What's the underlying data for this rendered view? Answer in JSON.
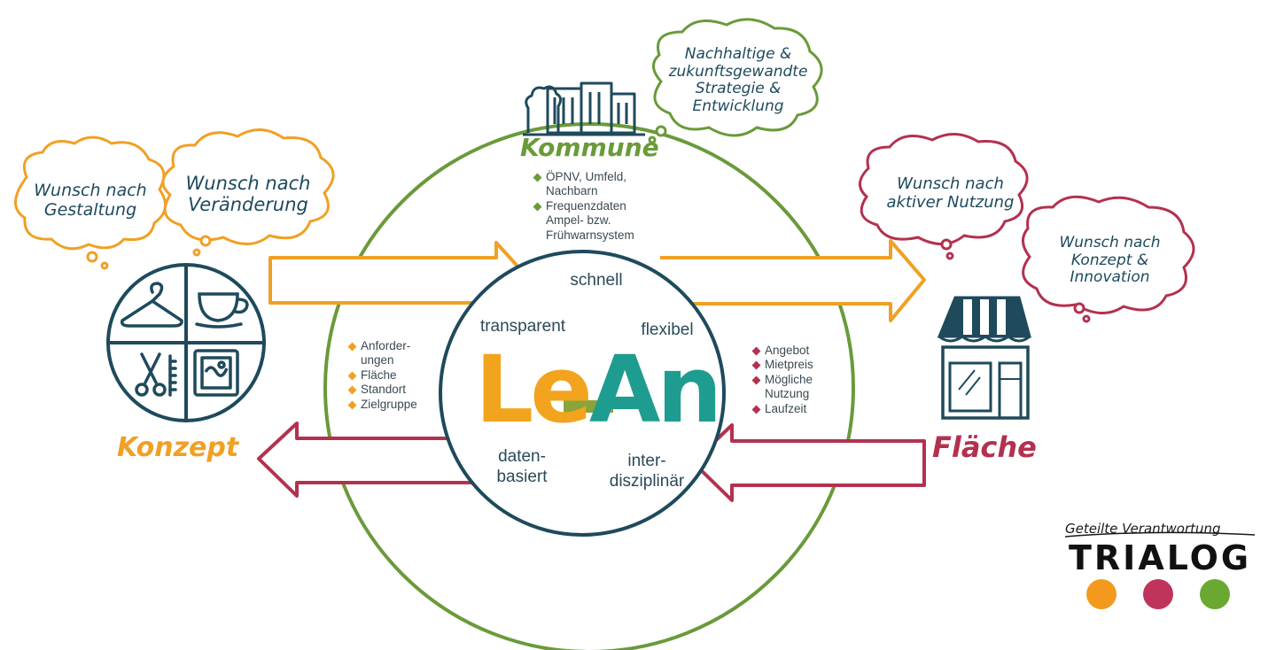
{
  "center": {
    "logo": {
      "part1": "Le",
      "part2": "An",
      "colors": {
        "orange": "#f2a41e",
        "teal": "#1f9c90"
      }
    },
    "attributes": [
      "schnell",
      "transparent",
      "flexibel",
      "daten-\nbasiert",
      "inter-\ndisziplinär"
    ]
  },
  "kommune": {
    "label": "Kommune",
    "thought": "Nachhaltige & zukunftsgewandte Strategie & Entwicklung",
    "bullets": [
      "ÖPNV, Umfeld, Nachbarn",
      "Frequenzdaten Ampel- bzw. Frühwarnsystem"
    ],
    "icon": "city-buildings-icon"
  },
  "konzept": {
    "label": "Konzept",
    "thoughts": [
      "Wunsch nach Gestaltung",
      "Wunsch nach Veränderung"
    ],
    "bullets": [
      "Anforder-ungen",
      "Fläche",
      "Standort",
      "Zielgruppe"
    ],
    "icons": [
      "hanger-icon",
      "coffee-cup-icon",
      "scissors-comb-icon",
      "picture-frame-icon"
    ]
  },
  "flaeche": {
    "label": "Fläche",
    "thoughts": [
      "Wunsch nach aktiver Nutzung",
      "Wunsch nach Konzept & Innovation"
    ],
    "bullets": [
      "Angebot",
      "Mietpreis",
      "Mögliche Nutzung",
      "Laufzeit"
    ],
    "icon": "storefront-icon"
  },
  "brand": {
    "tagline": "Geteilte Verantwortung",
    "name": "TRIALOG",
    "dots": [
      {
        "icon": "building-icon",
        "color": "#f39a1e"
      },
      {
        "icon": "hand-icon",
        "color": "#c0335a"
      },
      {
        "icon": "city-icon",
        "color": "#6aa832"
      }
    ]
  },
  "colors": {
    "green": "#6a9a3a",
    "orange": "#f0a024",
    "crimson": "#b3314f",
    "petrol": "#1e4a5c"
  }
}
